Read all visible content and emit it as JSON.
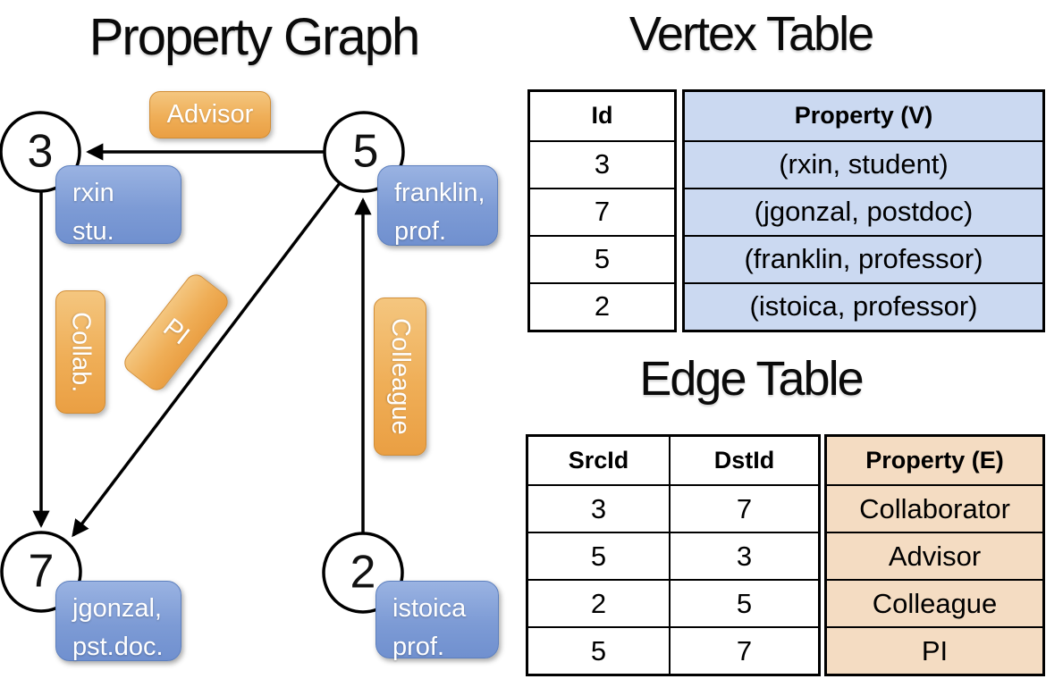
{
  "titles": {
    "graph": "Property Graph",
    "vertex_table": "Vertex Table",
    "edge_table": "Edge Table"
  },
  "graph": {
    "nodes": [
      {
        "id": "3"
      },
      {
        "id": "5"
      },
      {
        "id": "7"
      },
      {
        "id": "2"
      }
    ],
    "vertex_boxes": [
      {
        "line1": "rxin",
        "line2": "stu."
      },
      {
        "line1": "franklin,",
        "line2": "prof."
      },
      {
        "line1": "jgonzal,",
        "line2": "pst.doc."
      },
      {
        "line1": "istoica",
        "line2": "prof."
      }
    ],
    "edge_labels": {
      "advisor": "Advisor",
      "collab": "Collab.",
      "pi": "PI",
      "colleague": "Colleague"
    }
  },
  "vertex_table": {
    "headers": [
      "Id",
      "Property (V)"
    ],
    "rows": [
      [
        "3",
        "(rxin, student)"
      ],
      [
        "7",
        "(jgonzal, postdoc)"
      ],
      [
        "5",
        "(franklin, professor)"
      ],
      [
        "2",
        "(istoica, professor)"
      ]
    ]
  },
  "edge_table": {
    "headers": [
      "SrcId",
      "DstId",
      "Property (E)"
    ],
    "rows": [
      [
        "3",
        "7",
        "Collaborator"
      ],
      [
        "5",
        "3",
        "Advisor"
      ],
      [
        "2",
        "5",
        "Colleague"
      ],
      [
        "5",
        "7",
        "PI"
      ]
    ]
  },
  "colors": {
    "edge_label_fill": "#efae57",
    "vertex_box_fill": "#7d9bd5",
    "vertex_cell_fill": "#cbd9f1",
    "edge_cell_fill": "#f4dcc2",
    "line": "#000000"
  }
}
